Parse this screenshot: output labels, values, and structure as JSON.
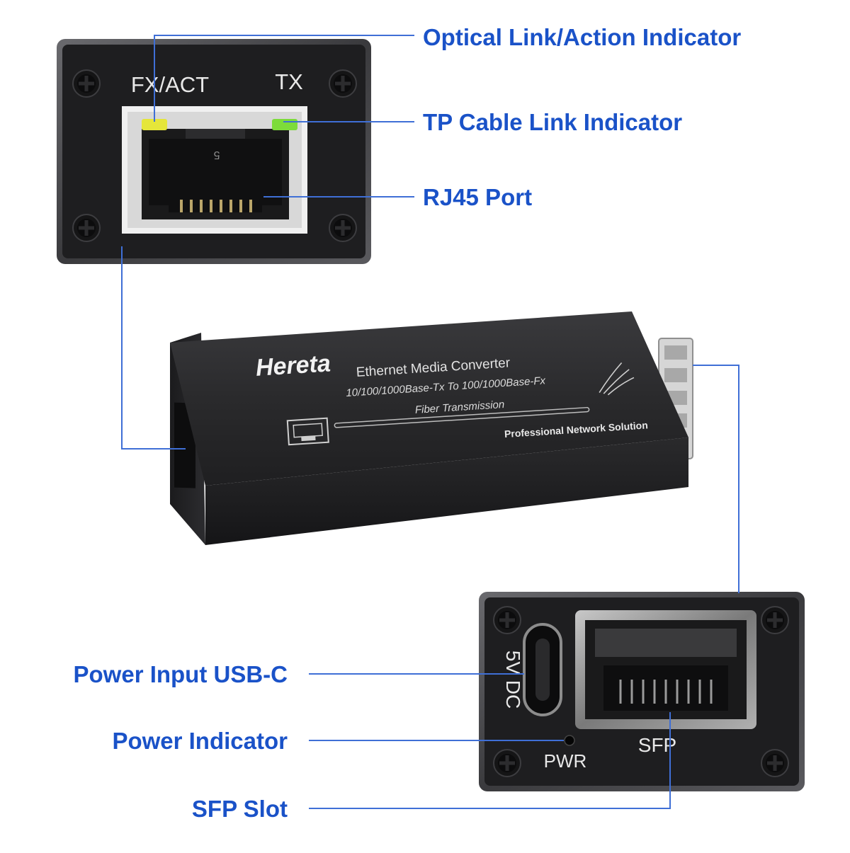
{
  "colors": {
    "label": "#1a52c8",
    "leader_line": "#3f6fd6",
    "device_body": "#2b2b2d",
    "panel": "#1e1e20",
    "led_yellow": "#e5e63a",
    "led_green": "#7ddc3a"
  },
  "callouts": {
    "optical_link": "Optical Link/Action Indicator",
    "tp_cable_link": "TP Cable Link Indicator",
    "rj45_port": "RJ45 Port",
    "power_input": "Power Input USB-C",
    "power_indicator": "Power Indicator",
    "sfp_slot": "SFP Slot"
  },
  "top_panel": {
    "fx_act_label": "FX/ACT",
    "tx_label": "TX",
    "port_number": "5"
  },
  "device": {
    "brand": "Hereta",
    "product": "Ethernet Media Converter",
    "spec": "10/100/1000Base-Tx To 100/1000Base-Fx",
    "fiber_label": "Fiber Transmission",
    "tagline": "Professional Network Solution"
  },
  "bottom_panel": {
    "power_label": "5V DC",
    "pwr_label": "PWR",
    "sfp_label": "SFP"
  },
  "icons": [
    "screw-icon",
    "rj45-icon",
    "fiber-strands-icon",
    "led-icon"
  ]
}
